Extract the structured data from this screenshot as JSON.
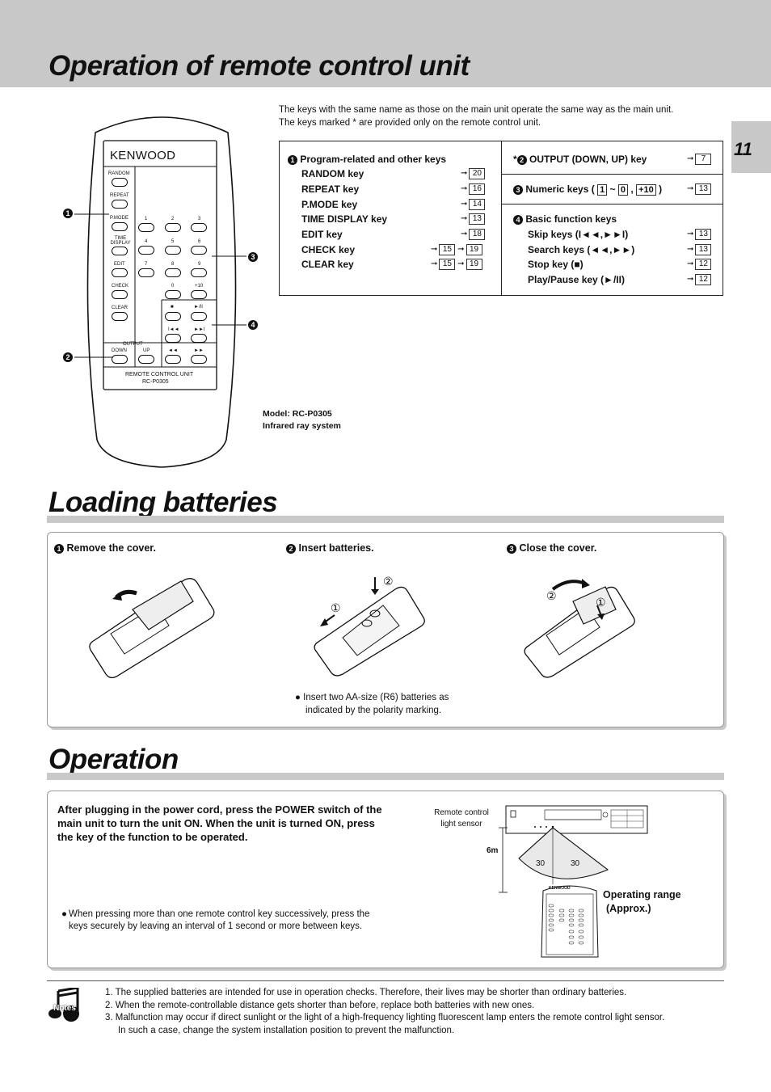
{
  "page_number": "11",
  "sections": {
    "remote_title": "Operation of remote control unit",
    "batteries_title": "Loading batteries",
    "operation_title": "Operation"
  },
  "intro": {
    "line1": "The keys with the same name as those on the main unit operate the same way as the main unit.",
    "line2": "The keys marked * are provided only on the remote control unit."
  },
  "remote_drawing": {
    "brand": "KENWOOD",
    "left_labels": [
      "RANDOM",
      "REPEAT",
      "P.MODE",
      "TIME DISPLAY",
      "EDIT",
      "CHECK",
      "CLEAR"
    ],
    "num_labels": [
      "1",
      "2",
      "3",
      "4",
      "5",
      "6",
      "7",
      "8",
      "9",
      "0",
      "+10"
    ],
    "transport_labels": [
      "■",
      "►/II",
      "I◄◄",
      "►►I",
      "◄◄",
      "►►"
    ],
    "output_label": "OUTPUT",
    "down_label": "DOWN",
    "up_label": "UP",
    "unit_label": "REMOTE CONTROL UNIT",
    "model_label": "RC-P0305",
    "callouts": [
      "1",
      "2",
      "3",
      "4"
    ]
  },
  "model_info": {
    "line1": "Model: RC-P0305",
    "line2": "Infrared ray system"
  },
  "key_table": {
    "group1": {
      "num": "1",
      "title": "Program-related and other keys",
      "rows": [
        {
          "label": "RANDOM key",
          "refs": [
            "20"
          ]
        },
        {
          "label": "REPEAT key",
          "refs": [
            "16"
          ]
        },
        {
          "label": "P.MODE key",
          "refs": [
            "14"
          ]
        },
        {
          "label": "TIME DISPLAY key",
          "refs": [
            "13"
          ]
        },
        {
          "label": "EDIT key",
          "refs": [
            "18"
          ]
        },
        {
          "label": "CHECK key",
          "refs": [
            "15",
            "19"
          ]
        },
        {
          "label": "CLEAR key",
          "refs": [
            "15",
            "19"
          ]
        }
      ]
    },
    "group2": {
      "prefix": "*",
      "num": "2",
      "title": "OUTPUT (DOWN, UP) key",
      "ref": "7"
    },
    "group3": {
      "num": "3",
      "title_a": "Numeric keys (",
      "box1": "1",
      "tilde": "~",
      "box2": "0",
      "comma": ",",
      "box3": "+10",
      "close": ")",
      "ref": "13"
    },
    "group4": {
      "num": "4",
      "title": "Basic function keys",
      "rows": [
        {
          "label": "Skip  keys (I◄◄,►►I)",
          "ref": "13"
        },
        {
          "label": "Search keys (◄◄,►►)",
          "ref": "13"
        },
        {
          "label": "Stop key (■)",
          "ref": "12"
        },
        {
          "label": "Play/Pause key (►/II)",
          "ref": "12"
        }
      ]
    },
    "arrow": "➞"
  },
  "batteries": {
    "step1": {
      "num": "1",
      "text": "Remove the cover."
    },
    "step2": {
      "num": "2",
      "text": "Insert batteries."
    },
    "step3": {
      "num": "3",
      "text": "Close the cover."
    },
    "marks": {
      "one": "①",
      "two": "②"
    },
    "note_line1": "Insert two AA-size (R6) batteries as",
    "note_line2": "indicated by the polarity marking."
  },
  "operation": {
    "lead": "After plugging in the power cord, press the POWER switch of the main unit to turn the unit ON. When the unit is turned ON, press the key of the function to be operated.",
    "bullet": "When pressing more than one remote control key successively, press the keys securely by leaving an interval of 1 second or more between keys.",
    "sensor_label_1": "Remote control",
    "sensor_label_2": "light sensor",
    "distance": "6m",
    "angle_left": "30",
    "angle_right": "30",
    "range_label_1": "Operating range",
    "range_label_2": "(Approx.)",
    "mini_brand": "KENWOOD"
  },
  "notes": {
    "icon_label": "Notes",
    "items": [
      "1.  The supplied batteries are intended for use in operation checks. Therefore, their lives may be shorter than ordinary batteries.",
      "2.  When the remote-controllable distance gets shorter than before, replace both batteries with new ones.",
      "3.  Malfunction may occur if direct sunlight or the light of a high-frequency lighting fluorescent lamp enters the remote control light sensor.",
      "     In such a case, change the system installation position to prevent the malfunction."
    ]
  }
}
